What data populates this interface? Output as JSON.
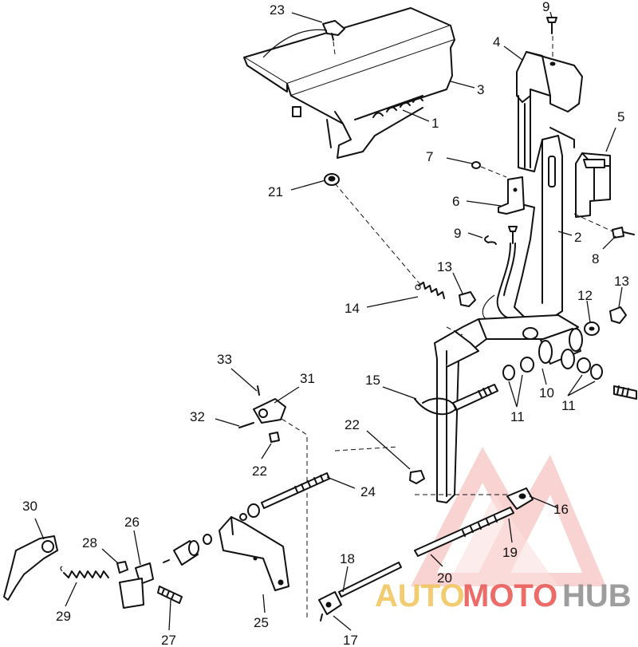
{
  "callouts": [
    {
      "id": "23",
      "text": "23"
    },
    {
      "id": "9a",
      "text": "9"
    },
    {
      "id": "4",
      "text": "4"
    },
    {
      "id": "3",
      "text": "3"
    },
    {
      "id": "1",
      "text": "1"
    },
    {
      "id": "5",
      "text": "5"
    },
    {
      "id": "7",
      "text": "7"
    },
    {
      "id": "21",
      "text": "21"
    },
    {
      "id": "6",
      "text": "6"
    },
    {
      "id": "9b",
      "text": "9"
    },
    {
      "id": "2",
      "text": "2"
    },
    {
      "id": "8",
      "text": "8"
    },
    {
      "id": "13a",
      "text": "13"
    },
    {
      "id": "13b",
      "text": "13"
    },
    {
      "id": "12",
      "text": "12"
    },
    {
      "id": "14",
      "text": "14"
    },
    {
      "id": "33",
      "text": "33"
    },
    {
      "id": "31",
      "text": "31"
    },
    {
      "id": "15",
      "text": "15"
    },
    {
      "id": "10",
      "text": "10"
    },
    {
      "id": "11a",
      "text": "11"
    },
    {
      "id": "11b",
      "text": "11"
    },
    {
      "id": "32",
      "text": "32"
    },
    {
      "id": "22a",
      "text": "22"
    },
    {
      "id": "22b",
      "text": "22"
    },
    {
      "id": "24",
      "text": "24"
    },
    {
      "id": "30",
      "text": "30"
    },
    {
      "id": "26",
      "text": "26"
    },
    {
      "id": "16",
      "text": "16"
    },
    {
      "id": "28",
      "text": "28"
    },
    {
      "id": "19",
      "text": "19"
    },
    {
      "id": "18",
      "text": "18"
    },
    {
      "id": "20",
      "text": "20"
    },
    {
      "id": "29",
      "text": "29"
    },
    {
      "id": "25",
      "text": "25"
    },
    {
      "id": "27",
      "text": "27"
    },
    {
      "id": "17",
      "text": "17"
    }
  ],
  "watermark": {
    "part1": "AUTO",
    "part2": "MOTO",
    "part3": "HUB",
    "color_gold": "#f2c45a",
    "color_red": "#e8534f",
    "color_gray": "#8c8c8c"
  }
}
